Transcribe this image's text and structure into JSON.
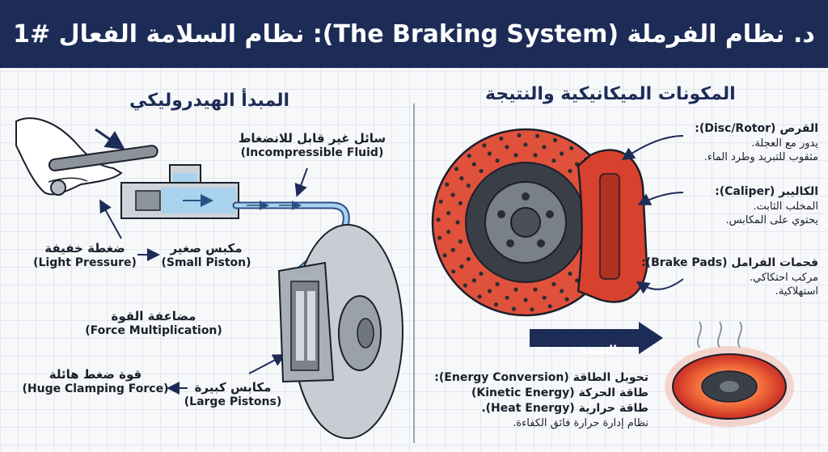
{
  "header": {
    "title": "د. نظام الفرملة (The Braking System): نظام السلامة الفعال #1"
  },
  "left_section": {
    "title": "المبدأ الهيدروليكي",
    "labels": {
      "fluid_ar": "سائل غير قابل للانضغاط",
      "fluid_en": "(Incompressible Fluid)",
      "light_pressure_ar": "ضغطة خفيفة",
      "light_pressure_en": "(Light Pressure)",
      "small_piston_ar": "مكبس صغير",
      "small_piston_en": "(Small Piston)",
      "force_mult_ar": "مضاعفة القوة",
      "force_mult_en": "(Force Multiplication)",
      "clamping_ar": "قوة ضغط هائلة",
      "clamping_en": "(Huge Clamping Force)",
      "large_pistons_ar": "مكابس كبيرة",
      "large_pistons_en": "(Large Pistons)"
    }
  },
  "right_section": {
    "title": "المكونات الميكانيكية والنتيجة",
    "disc": {
      "title": "القرص (Disc/Rotor):",
      "line1": "يدور مع العجلة.",
      "line2": "مثقوب للتبريد وطرد الماء."
    },
    "caliper": {
      "title": "الكاليبر (Caliper):",
      "line1": "المخلب الثابت.",
      "line2": "يحتوي على المكابس."
    },
    "pads": {
      "title": "فحمات الفرامل (Brake Pads):",
      "line1": "مركب احتكاكي.",
      "line2": "استهلاكية."
    },
    "result_badge": "النتيجة",
    "energy": {
      "title": "تحويل الطاقة (Energy Conversion):",
      "line1": "طاقة الحركة (Kinetic Energy)",
      "line2": "طاقة حرارية (Heat Energy).",
      "line3": "نظام إدارة حرارة فائق الكفاءة."
    }
  },
  "colors": {
    "header_bg": "#1c2c56",
    "rotor_red": "#e0513c",
    "caliper_red": "#d8412e",
    "fluid_blue": "#a9d2ee",
    "accent_navy": "#1c2c56"
  }
}
